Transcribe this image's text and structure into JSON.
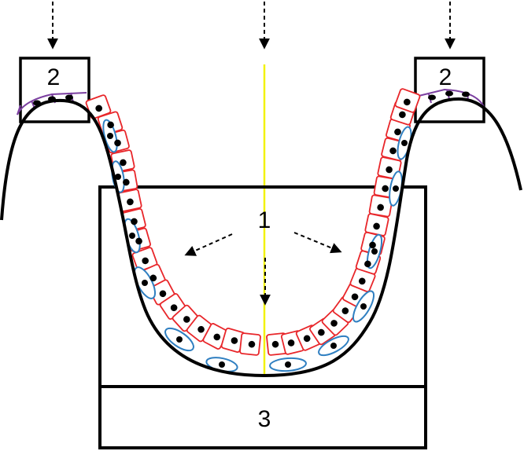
{
  "labels": {
    "region_1": "1",
    "region_2_left": "2",
    "region_2_right": "2",
    "region_3": "3"
  },
  "colors": {
    "outline": "#000000",
    "cell_border": "#e8262a",
    "flat_cell_border": "#7b3fa0",
    "elongated_cell_border": "#2f7fc1",
    "nucleus": "#000000",
    "midline": "#f2f20a",
    "background": "#ffffff"
  }
}
